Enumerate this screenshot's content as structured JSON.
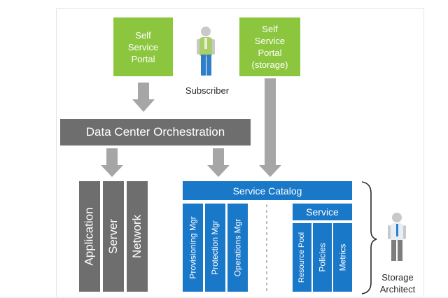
{
  "portal_self": "Self\nService\nPortal",
  "portal_storage": "Self\nService\nPortal\n(storage)",
  "subscriber_label": "Subscriber",
  "dc_orchestration": "Data Center Orchestration",
  "stack": {
    "application": "Application",
    "server": "Server",
    "network": "Network"
  },
  "service_catalog": "Service Catalog",
  "managers": {
    "provisioning": "Provisioning Mgr",
    "protection": "Protection Mgr",
    "operations": "Operations Mgr"
  },
  "service": {
    "title": "Service",
    "resource_pool": "Resource Pool",
    "policies": "Policies",
    "metrics": "Metrics"
  },
  "storage_architect_label": "Storage\nArchitect",
  "icons": {
    "person": "person-icon",
    "arrow": "arrow-down-icon",
    "brace": "right-brace-icon"
  },
  "colors": {
    "green": "#8cc63f",
    "grey": "#6e6e6e",
    "blue": "#1a78c9",
    "arrow": "#a6a6a6"
  }
}
